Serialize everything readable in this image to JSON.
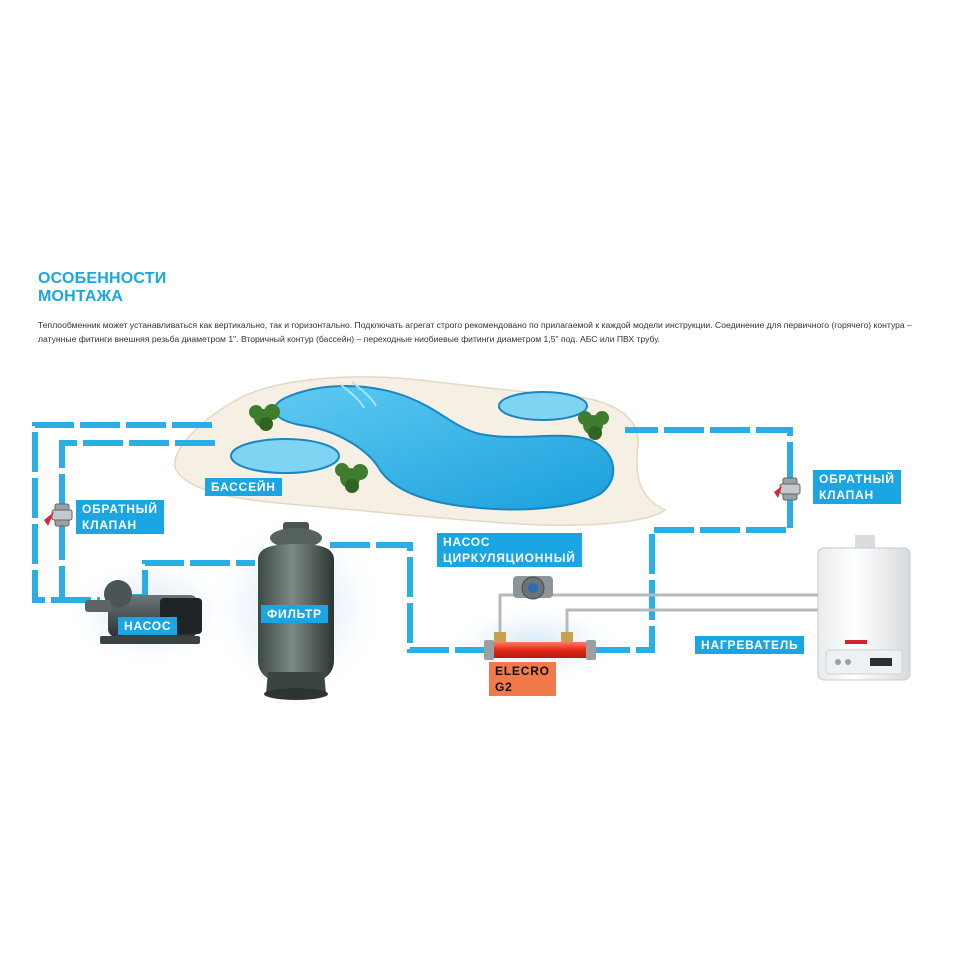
{
  "header": {
    "title_line1": "ОСОБЕННОСТИ",
    "title_line2": "МОНТАЖА",
    "description": "Теплообменник может устанавливаться как вертикально, так и горизонтально. Подключать агрегат строго рекомендовано по прилагаемой к каждой модели инструкции. Соединение для первичного (горячего) контура – латунные фитинги внешняя резьба диаметром 1\". Вторичный контур (бассейн) – переходные ниобиевые фитинги диаметром 1,5\" под. АБС или ПВХ трубу."
  },
  "labels": {
    "pool": "БАССЕЙН",
    "check_valve_left_line1": "ОБРАТНЫЙ",
    "check_valve_left_line2": "КЛАПАН",
    "check_valve_right_line1": "ОБРАТНЫЙ",
    "check_valve_right_line2": "КЛАПАН",
    "pump": "НАСОС",
    "filter": "ФИЛЬТР",
    "circ_pump_line1": "НАСОС",
    "circ_pump_line2": "ЦИРКУЛЯЦИОННЫЙ",
    "heat_exchanger_line1": "ELECRO",
    "heat_exchanger_line2": "G2",
    "heater": "НАГРЕВАТЕЛЬ"
  },
  "colors": {
    "accent": "#1aa6e2",
    "pipe": "#29aee6",
    "hot_pipe": "#b9b9b9",
    "pool_water": "#38b6ec",
    "exchanger": "#e8402b",
    "exchanger_label": "#f27a4a",
    "valve_handle": "#d8263c"
  },
  "icons": {
    "pool": "pool-illustration",
    "pump": "pump-icon",
    "filter": "sand-filter-icon",
    "circ_pump": "circulation-pump-icon",
    "exchanger": "heat-exchanger-icon",
    "heater": "boiler-icon",
    "valve": "check-valve-icon",
    "plant": "bush-icon"
  }
}
